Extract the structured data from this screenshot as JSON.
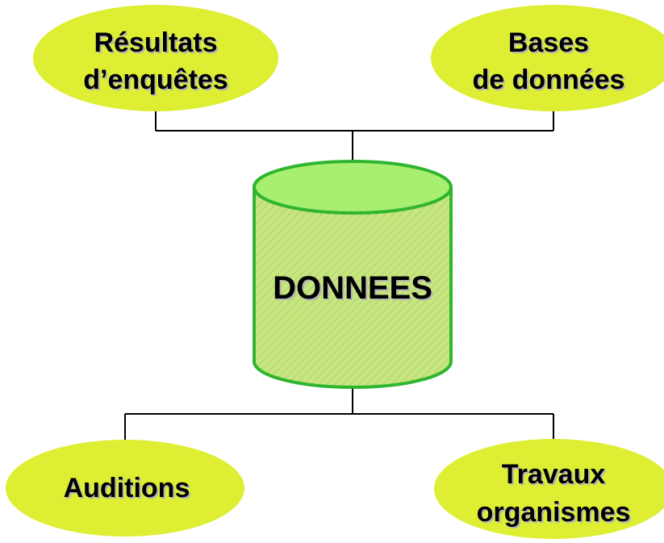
{
  "diagram": {
    "center": {
      "label": "DONNEES"
    },
    "sources_top": [
      {
        "lines": [
          "Résultats",
          "d’enquêtes"
        ]
      },
      {
        "lines": [
          "Bases",
          "de données"
        ]
      }
    ],
    "sources_bottom": [
      {
        "lines": [
          "Auditions"
        ]
      },
      {
        "lines": [
          "Travaux",
          "organismes"
        ]
      }
    ]
  },
  "colors": {
    "ellipse_fill": "#ddee33",
    "cylinder_fill": "#c4e87a",
    "cylinder_top": "#a8ee70",
    "cylinder_stroke": "#2fb52f",
    "cylinder_hatch": "#b49aa0",
    "connector": "#000000"
  }
}
